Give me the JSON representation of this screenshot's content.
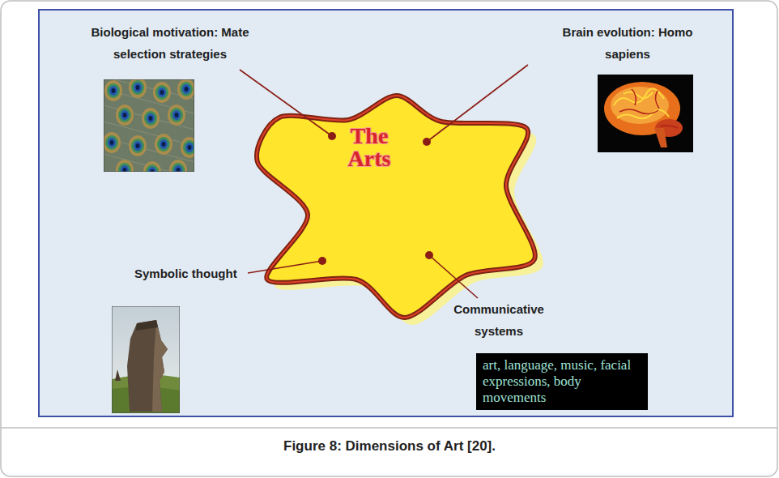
{
  "diagram": {
    "caption": "Figure 8: Dimensions of Art [20].",
    "nodes": [
      {
        "text": [
          "The Arts"
        ]
      },
      {
        "text": [
          "art, language, music, facial expressions, body movements"
        ]
      }
    ],
    "labels": [
      "Biological motivation: Mate selection strategies",
      "Brain evolution: Homo sapiens",
      "Symbolic thought",
      "Communicative systems"
    ]
  }
}
